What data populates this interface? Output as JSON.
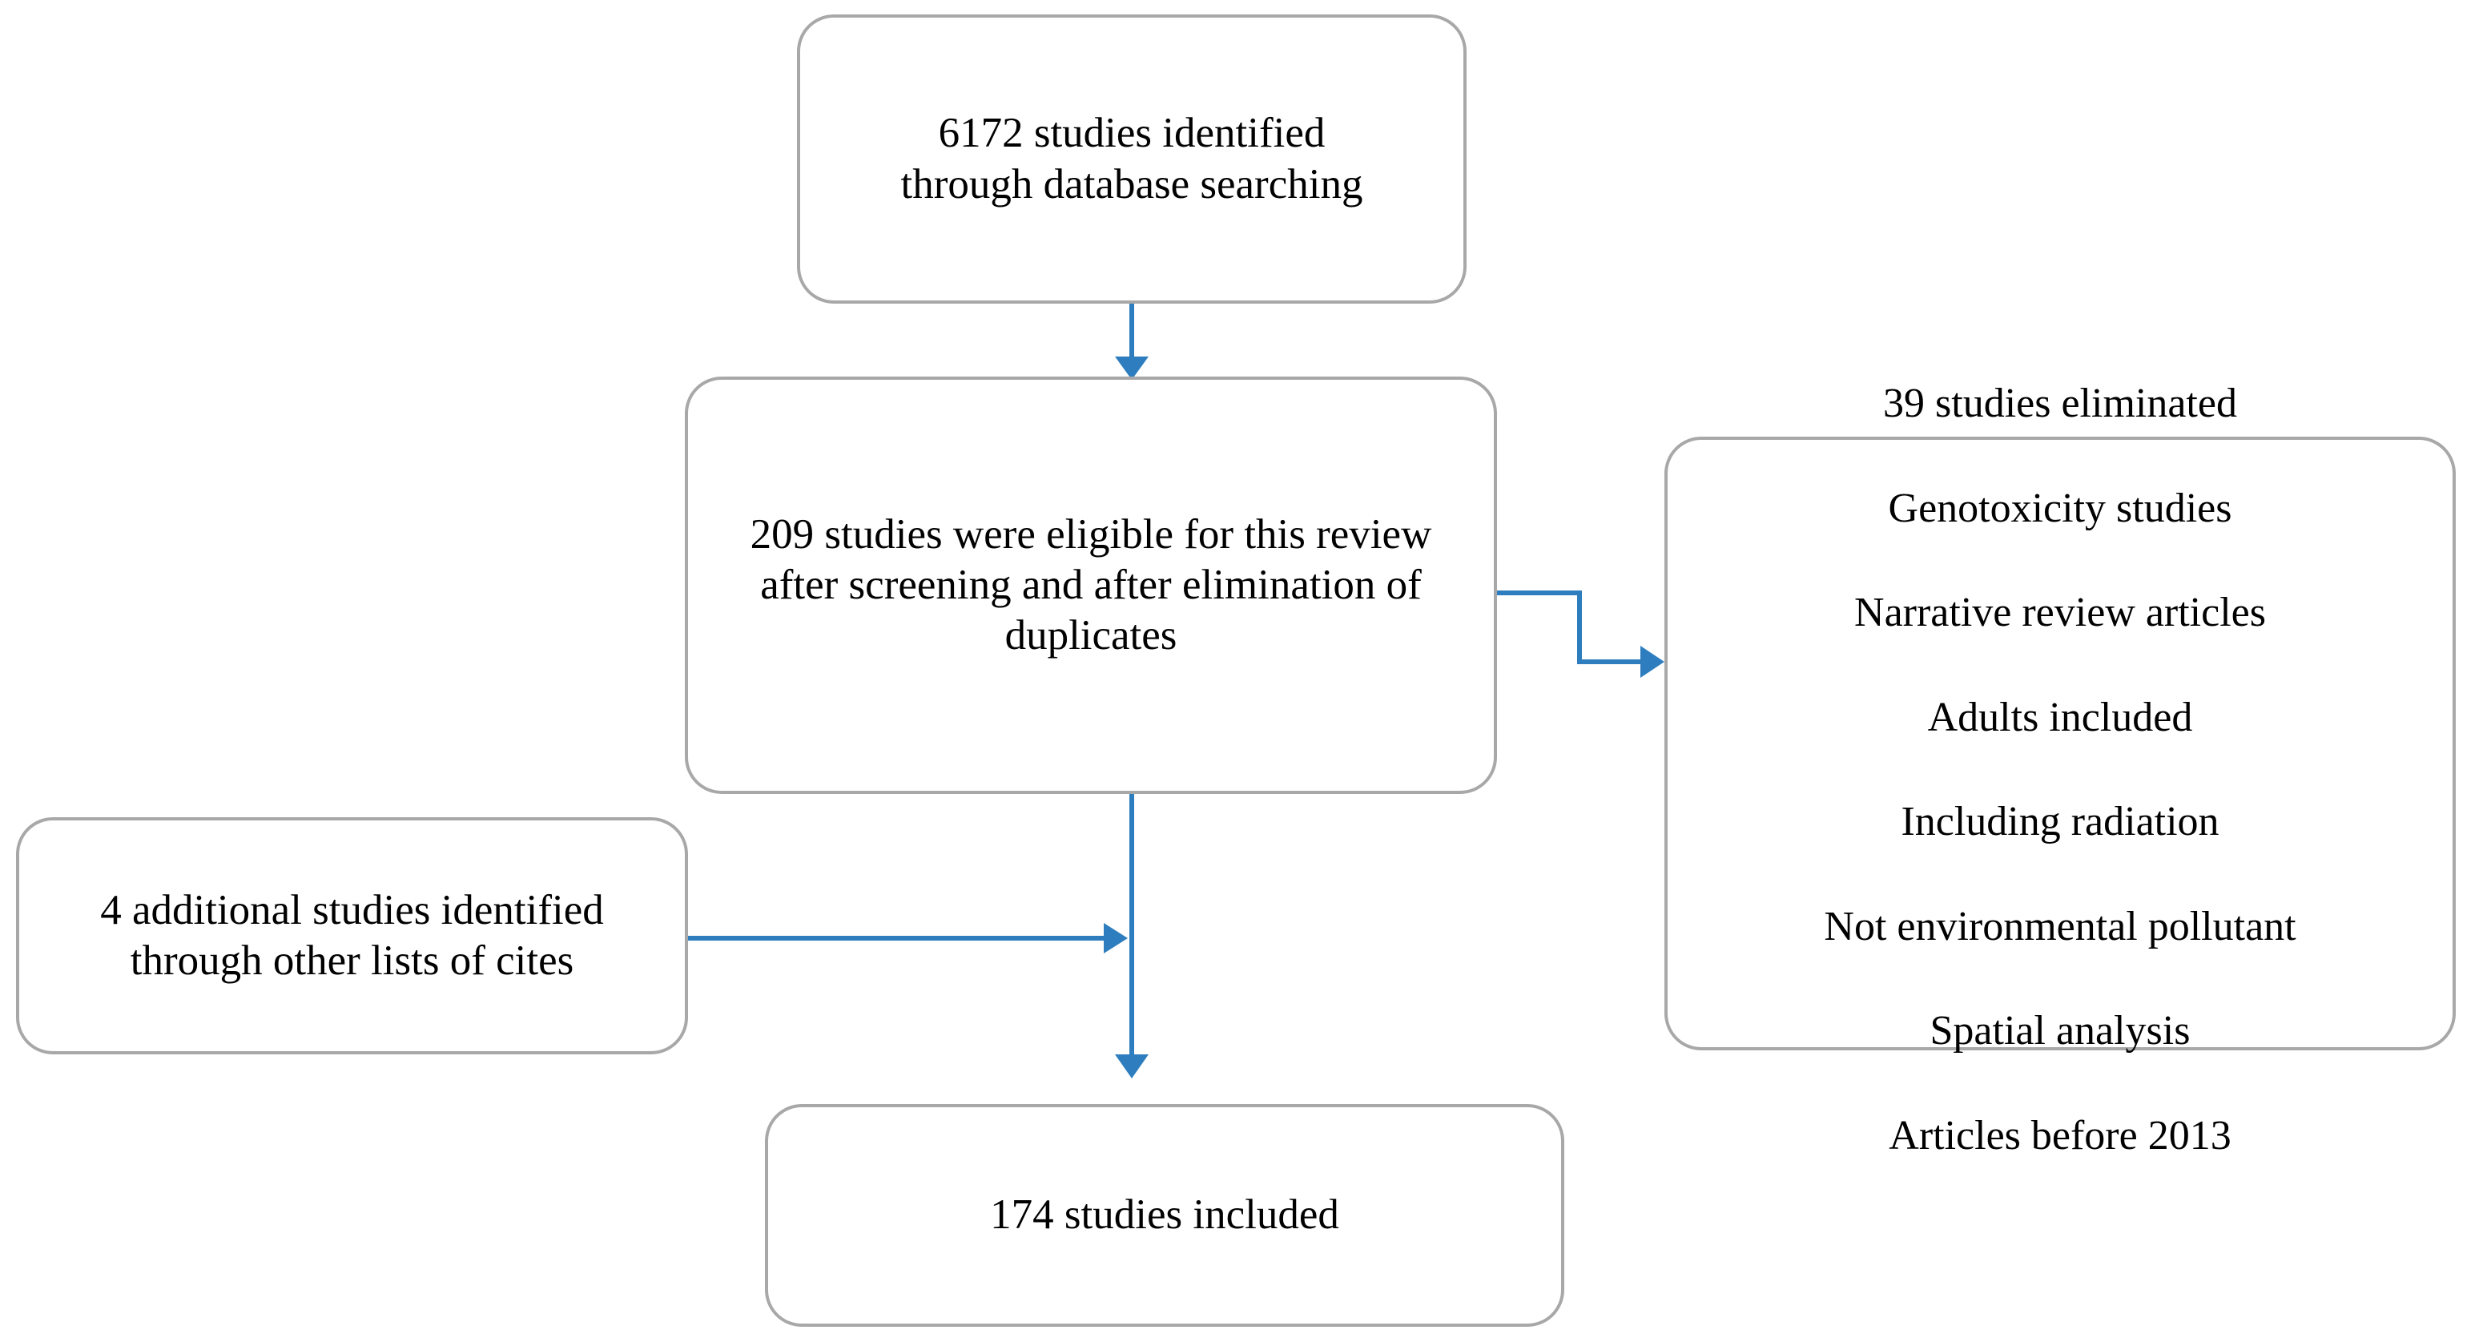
{
  "diagram": {
    "title": "PRISMA study selection flow diagram",
    "accent_color": "#2e7ebf",
    "box_border_color": "#a8a8a8",
    "box_fill_color": "#ffffff",
    "text_color": "#000000"
  },
  "nodes": {
    "identified": {
      "label": "6172 studies identified through database searching",
      "count": 6172
    },
    "eligible": {
      "label": "209 studies were eligible for this review after screening and after elimination of duplicates",
      "count": 209
    },
    "excluded": {
      "count": 39,
      "lines": [
        "39 studies eliminated",
        "Genotoxicity studies",
        "Narrative review articles",
        "Adults included",
        "Including radiation",
        "Not environmental pollutant",
        "Spatial analysis",
        "Articles before 2013"
      ]
    },
    "additional": {
      "label": "4 additional studies identified through other lists of cites",
      "count": 4
    },
    "included": {
      "label": "174 studies included",
      "count": 174
    }
  },
  "connectors": [
    {
      "name": "identified-to-eligible",
      "from": "identified",
      "to": "eligible",
      "style": "straight-down",
      "arrow": "down"
    },
    {
      "name": "eligible-to-excluded",
      "from": "eligible",
      "to": "excluded",
      "style": "elbow-right",
      "arrow": "right"
    },
    {
      "name": "additional-to-trunk",
      "from": "additional",
      "to": "included",
      "style": "straight-right",
      "arrow": "right"
    },
    {
      "name": "eligible-to-included",
      "from": "eligible",
      "to": "included",
      "style": "straight-down",
      "arrow": "down"
    }
  ],
  "chart_data": {
    "type": "table",
    "title": "PRISMA study selection flow diagram",
    "categories": [
      "Identified through database searching",
      "Additional identified through other lists of cites",
      "Eligible after screening and duplicate removal",
      "Eliminated",
      "Included"
    ],
    "values": [
      6172,
      4,
      209,
      39,
      174
    ]
  }
}
